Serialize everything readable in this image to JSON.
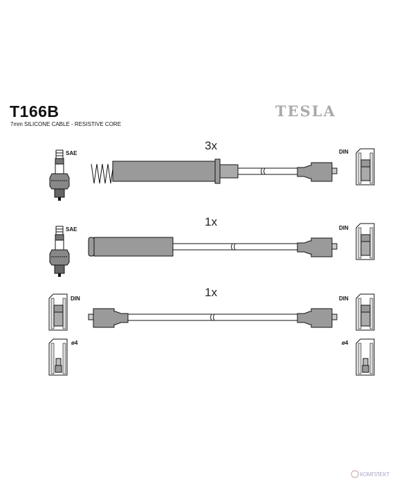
{
  "header": {
    "part_number": "T166B",
    "description": "7mm SILICONE CABLE - RESISTIVE CORE",
    "brand_logo": "TESLA"
  },
  "rows": [
    {
      "quantity": "3x",
      "left_label": "SAE",
      "right_label": "DIN"
    },
    {
      "quantity": "1x",
      "left_label": "SAE",
      "right_label": "DIN"
    },
    {
      "quantity": "1x",
      "left_label": "DIN",
      "right_label": "DIN",
      "left_sub_label": "ø4",
      "right_sub_label": "ø4"
    }
  ],
  "watermark": "КОМПЛЕКТ",
  "colors": {
    "boot": "#9a9a9a",
    "outline": "#111111",
    "logo": "#aaaaaa"
  }
}
